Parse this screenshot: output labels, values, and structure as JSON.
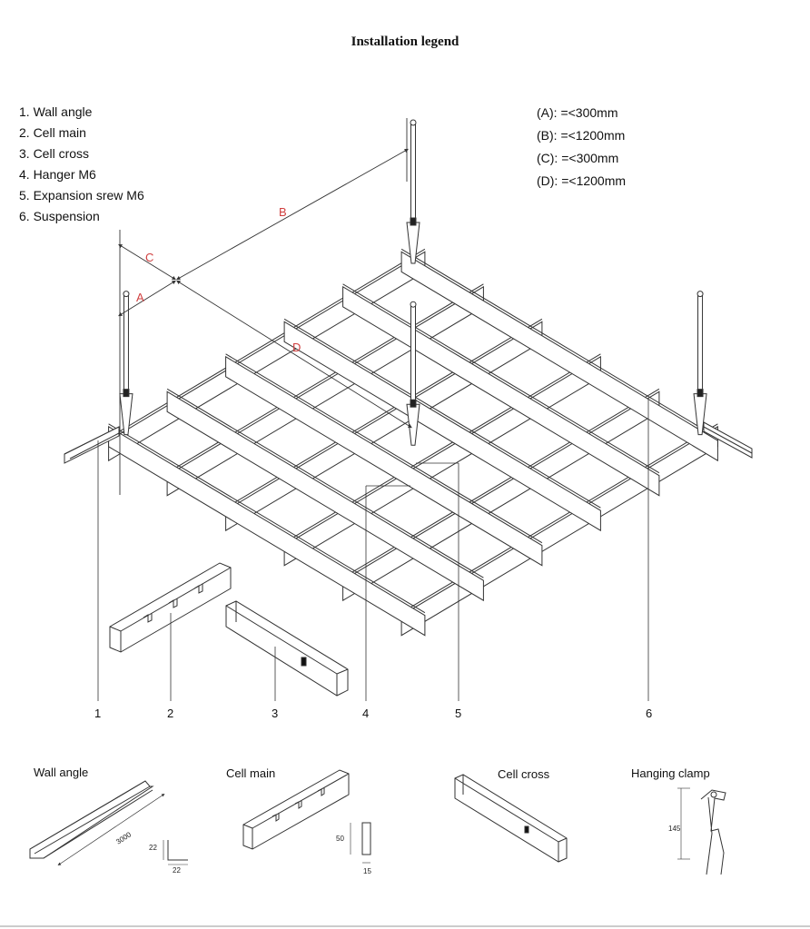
{
  "title": "Installation legend",
  "legend": [
    {
      "label": "1. Wall angle"
    },
    {
      "label": "2. Cell main"
    },
    {
      "label": "3. Cell cross"
    },
    {
      "label": "4. Hanger M6"
    },
    {
      "label": "5. Expansion srew M6"
    },
    {
      "label": "6. Suspension"
    }
  ],
  "dimensions": [
    {
      "label": "(A): =<300mm"
    },
    {
      "label": "(B): =<1200mm"
    },
    {
      "label": "(C): =<300mm"
    },
    {
      "label": "(D): =<1200mm"
    }
  ],
  "diagram_letters": {
    "a": "A",
    "b": "B",
    "c": "C",
    "d": "D"
  },
  "callouts": [
    "1",
    "2",
    "3",
    "4",
    "5",
    "6"
  ],
  "parts": {
    "wall_angle": {
      "label": "Wall angle",
      "length": "3000",
      "w": "22",
      "h": "22"
    },
    "cell_main": {
      "label": "Cell main",
      "height": "50",
      "width": "15"
    },
    "cell_cross": {
      "label": "Cell cross"
    },
    "hanging_clamp": {
      "label": "Hanging clamp",
      "height": "145"
    }
  },
  "colors": {
    "line": "#333333",
    "dim_letters": "#d04040"
  }
}
